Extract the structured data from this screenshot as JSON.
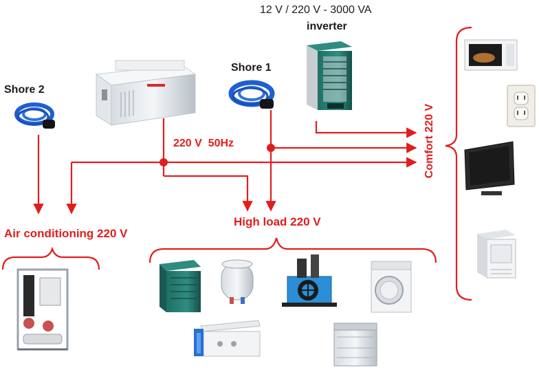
{
  "labels": {
    "inverter_spec": "12 V / 220 V - 3000 VA",
    "inverter": "inverter",
    "shore1": "Shore 1",
    "shore2": "Shore 2",
    "generator_output": "220 V  50Hz",
    "air_conditioning": "Air conditioning 220 V",
    "high_load": "High load 220 V",
    "comfort": "Comfort 220 V"
  },
  "colors": {
    "line": "#e11d1d",
    "cable": "#1f5fd0",
    "text": "#1a1a1a"
  },
  "icons": {
    "shore2": "shore-power-cable-icon",
    "shore1": "shore-power-cable-icon",
    "generator": "generator-icon",
    "inverter": "inverter-icon",
    "air_conditioning_unit": "air-conditioning-unit-icon",
    "battery_charger": "battery-charger-icon",
    "water_heater": "water-heater-icon",
    "dive_compressor": "dive-compressor-icon",
    "washing_machine": "washing-machine-icon",
    "watermaker": "watermaker-icon",
    "dishwasher": "dishwasher-icon",
    "microwave": "microwave-icon",
    "power_socket": "power-socket-icon",
    "television": "television-icon",
    "ice_maker": "ice-maker-icon"
  }
}
